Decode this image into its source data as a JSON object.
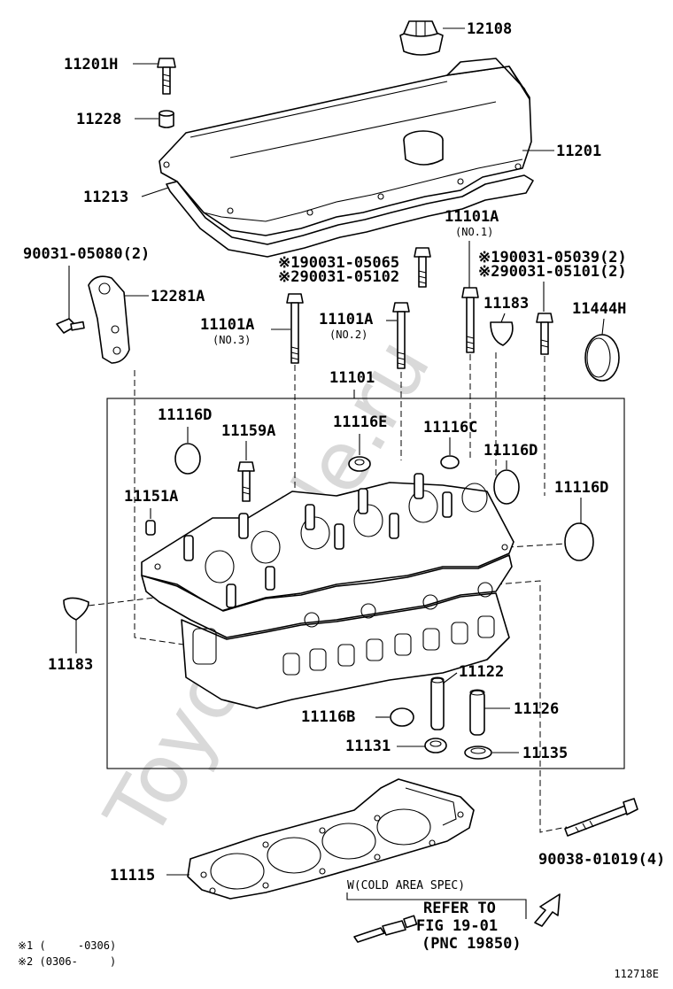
{
  "watermark": "ToyotaTeile.ru",
  "figure_id": "112718E",
  "labels": {
    "p12108": "12108",
    "p11201H": "11201H",
    "p11228": "11228",
    "p11201": "11201",
    "p11213": "11213",
    "p90031_05080": "90031-05080(2)",
    "p12281A": "12281A",
    "p11101A_top": "11101A",
    "no1": "(NO.1)",
    "bolt_a1": "※190031-05065",
    "bolt_a2": "※290031-05102",
    "bolt_b1": "※190031-05039(2)",
    "bolt_b2": "※290031-05101(2)",
    "p11101A_no3": "11101A",
    "no3": "(NO.3)",
    "p11101A_no2": "11101A",
    "no2": "(NO.2)",
    "p11183_top": "11183",
    "p11444H": "11444H",
    "p11101": "11101",
    "p11116D_left": "11116D",
    "p11159A": "11159A",
    "p11116E": "11116E",
    "p11116C": "11116C",
    "p11116D_right": "11116D",
    "p11151A": "11151A",
    "p11116D_far": "11116D",
    "p11183_left": "11183",
    "p11122": "11122",
    "p11126": "11126",
    "p11116B": "11116B",
    "p11131": "11131",
    "p11135": "11135",
    "p90038": "90038-01019(4)",
    "p11115": "11115"
  },
  "callout": {
    "spec": "W(COLD AREA SPEC)",
    "line1": "REFER TO",
    "line2": "FIG 19-01",
    "line3": "(PNC 19850)"
  },
  "footnotes": {
    "n1": "※1 (     -0306)",
    "n2": "※2 (0306-     )"
  }
}
